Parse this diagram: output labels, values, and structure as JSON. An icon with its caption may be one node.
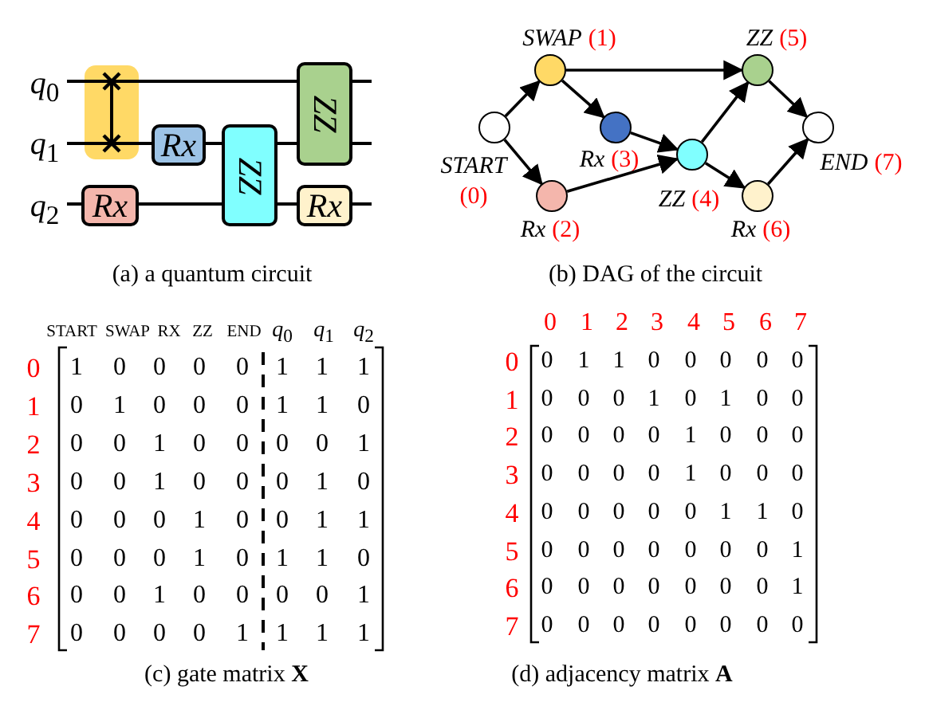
{
  "diagram": {
    "nodes": [
      {
        "text": [],
        "shape": "box"
      },
      {
        "text": [
          "Rx"
        ]
      },
      {
        "text": [
          "Rx"
        ]
      },
      {
        "text": [
          "ZZ"
        ]
      },
      {
        "text": [
          "ZZ"
        ]
      },
      {
        "text": [
          "Rx"
        ]
      },
      {
        "text": [],
        "shape": "circle",
        "beside": [
          "START",
          "(0)"
        ]
      },
      {
        "text": [],
        "shape": "circle",
        "beside": [
          "SWAP",
          "(1)"
        ]
      },
      {
        "text": [],
        "shape": "circle",
        "beside": [
          "Rx",
          "(2)"
        ]
      },
      {
        "text": [],
        "shape": "circle",
        "beside": [
          "Rx",
          "(3)"
        ]
      },
      {
        "text": [],
        "shape": "circle",
        "beside": [
          "ZZ",
          "(4)"
        ]
      },
      {
        "text": [],
        "shape": "circle",
        "beside": [
          "ZZ",
          "(5)"
        ]
      },
      {
        "text": [],
        "shape": "circle",
        "beside": [
          "Rx",
          "(6)"
        ]
      },
      {
        "text": [],
        "shape": "circle",
        "beside": [
          "END",
          "(7)"
        ]
      }
    ],
    "edges": [
      {
        "from": 6,
        "to": 7,
        "arrow": "to"
      },
      {
        "from": 6,
        "to": 8,
        "arrow": "to"
      },
      {
        "from": 7,
        "to": 9,
        "arrow": "to"
      },
      {
        "from": 7,
        "to": 11,
        "arrow": "to"
      },
      {
        "from": 8,
        "to": 10,
        "arrow": "to"
      },
      {
        "from": 9,
        "to": 10,
        "arrow": "to"
      },
      {
        "from": 10,
        "to": 11,
        "arrow": "to"
      },
      {
        "from": 10,
        "to": 12,
        "arrow": "to"
      },
      {
        "from": 11,
        "to": 13,
        "arrow": "to"
      },
      {
        "from": 12,
        "to": 13,
        "arrow": "to"
      }
    ],
    "labels": [
      "*q*$_{0}$",
      "*q*$_{1}$",
      "*q*$_{2}$",
      "(a) a quantum circuit",
      "(b) DAG of the circuit",
      "START",
      "SWAP",
      "RX",
      "ZZ",
      "END",
      "*q*$_{0}$",
      "*q*$_{1}$",
      "*q*$_{2}$",
      "0",
      "1",
      "0",
      "0",
      "0",
      "0",
      "1",
      "1",
      "1",
      "1",
      "0",
      "1",
      "0",
      "0",
      "0",
      "1",
      "1",
      "0",
      "2",
      "0",
      "0",
      "1",
      "0",
      "0",
      "0",
      "0",
      "1",
      "3",
      "0",
      "0",
      "1",
      "0",
      "0",
      "0",
      "1",
      "0",
      "4",
      "0",
      "0",
      "0",
      "1",
      "0",
      "0",
      "1",
      "1",
      "5",
      "0",
      "0",
      "0",
      "1",
      "0",
      "1",
      "1",
      "0",
      "6",
      "0",
      "0",
      "1",
      "0",
      "0",
      "0",
      "0",
      "1",
      "7",
      "0",
      "0",
      "0",
      "0",
      "1",
      "1",
      "1",
      "1",
      "(c) gate matrix **X**",
      "0",
      "1",
      "2",
      "3",
      "4",
      "5",
      "6",
      "7",
      "0",
      "0",
      "1",
      "1",
      "0",
      "0",
      "0",
      "0",
      "0",
      "1",
      "0",
      "0",
      "0",
      "1",
      "0",
      "1",
      "0",
      "0",
      "2",
      "0",
      "0",
      "0",
      "0",
      "1",
      "0",
      "0",
      "0",
      "3",
      "0",
      "0",
      "0",
      "0",
      "1",
      "0",
      "0",
      "0",
      "4",
      "0",
      "0",
      "0",
      "0",
      "0",
      "1",
      "1",
      "0",
      "5",
      "0",
      "0",
      "0",
      "0",
      "0",
      "0",
      "0",
      "1",
      "6",
      "0",
      "0",
      "0",
      "0",
      "0",
      "0",
      "0",
      "1",
      "7",
      "0",
      "0",
      "0",
      "0",
      "0",
      "0",
      "0",
      "0",
      "(d) adjacency matrix **A**"
    ]
  }
}
